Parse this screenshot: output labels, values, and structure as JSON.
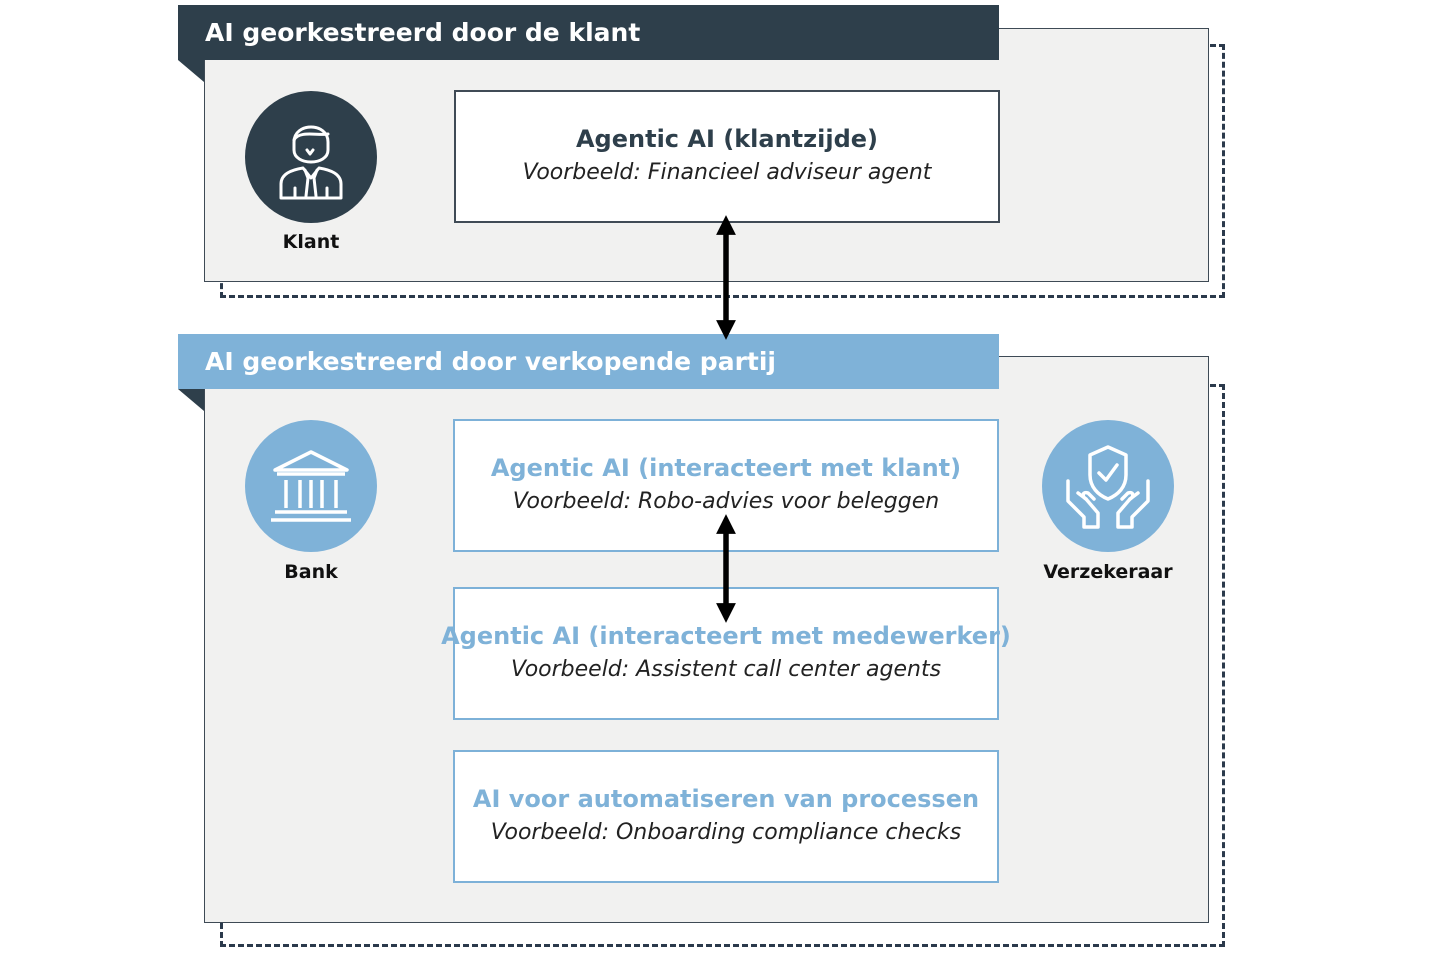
{
  "section_customer": {
    "title": "AI georkestreerd door de klant",
    "actor_label": "Klant",
    "actor_icon": "person-icon",
    "box": {
      "title": "Agentic AI (klantzijde)",
      "subtitle": "Voorbeeld: Financieel adviseur agent"
    }
  },
  "section_seller": {
    "title": "AI georkestreerd door verkopende partij",
    "bank_label": "Bank",
    "bank_icon": "bank-icon",
    "insurer_label": "Verzekeraar",
    "insurer_icon": "shield-hands-icon",
    "boxes": [
      {
        "title": "Agentic AI (interacteert met klant)",
        "subtitle": "Voorbeeld: Robo-advies voor beleggen"
      },
      {
        "title": "Agentic AI (interacteert met medewerker)",
        "subtitle": "Voorbeeld: Assistent call center agents"
      },
      {
        "title": "AI voor automatiseren van processen",
        "subtitle": "Voorbeeld: Onboarding compliance checks"
      }
    ]
  },
  "colors": {
    "dark": "#2e3f4b",
    "light": "#7fb2d8",
    "panel": "#f1f1f0"
  }
}
